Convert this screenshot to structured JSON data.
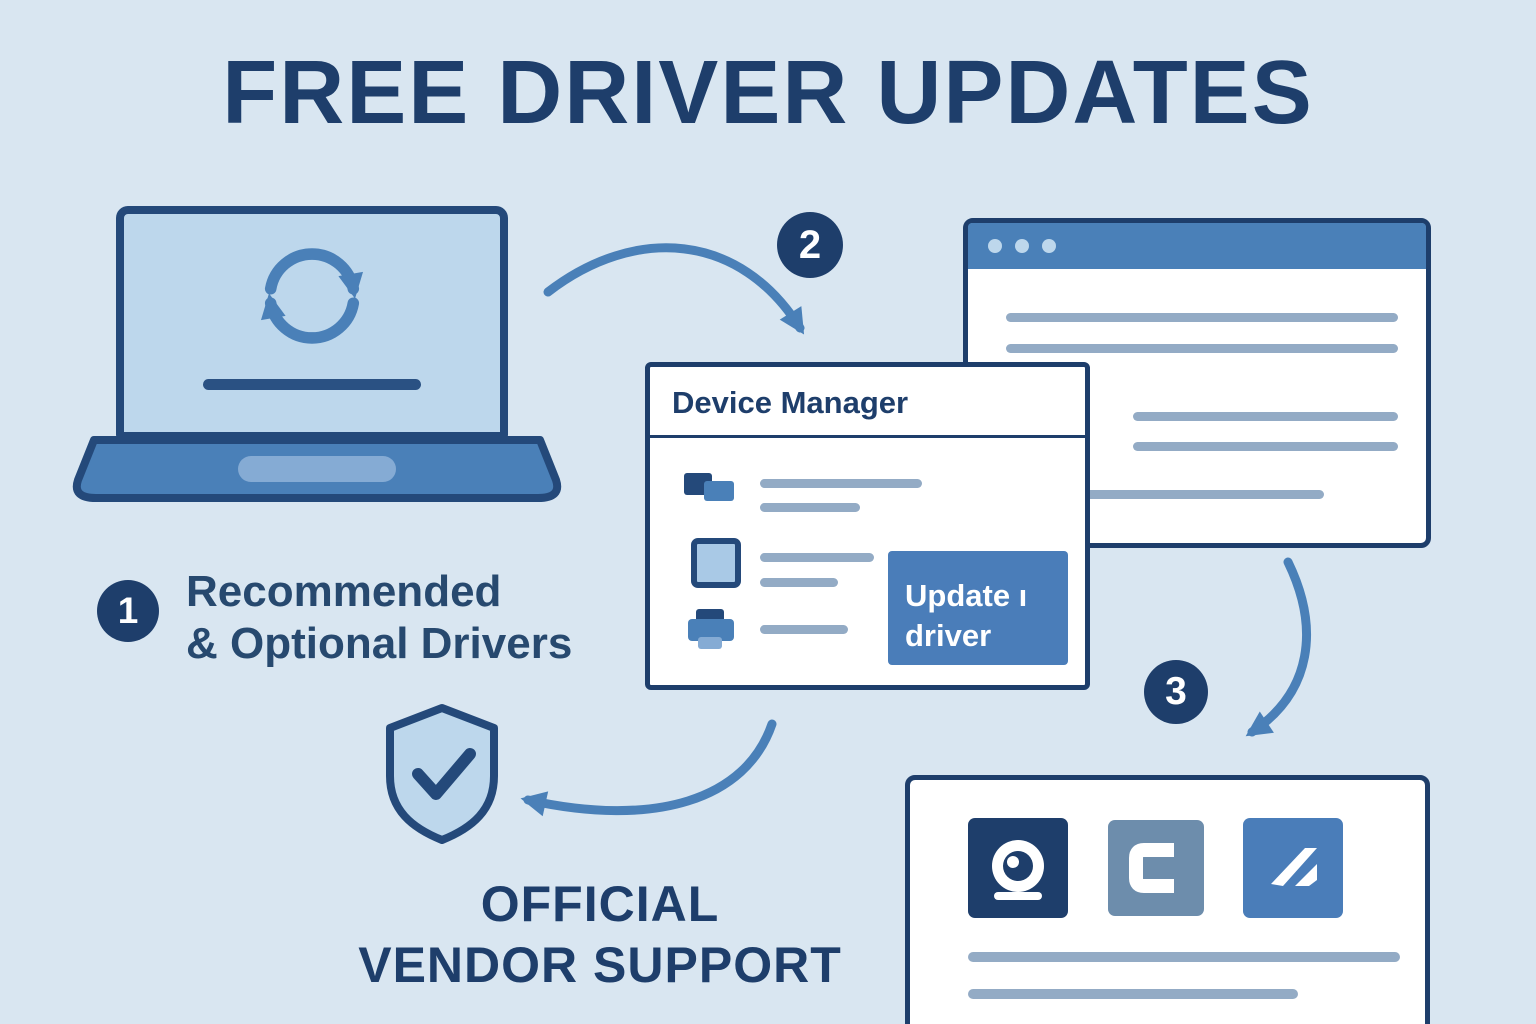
{
  "title": "FREE DRIVER UPDATES",
  "step1": {
    "badge": "1",
    "line1": "Recommended",
    "line2": "& Optional Drivers"
  },
  "step2": {
    "badge": "2"
  },
  "step3": {
    "badge": "3"
  },
  "device_manager": {
    "title": "Device Manager",
    "button": {
      "line1": "Update ı",
      "line2": "driver"
    }
  },
  "footer": {
    "line1": "OFFICIAL",
    "line2": "VENDOR SUPPORT"
  },
  "icons": {
    "laptop": "laptop-icon",
    "refresh": "refresh-sync-icon",
    "shield": "shield-check-icon",
    "browser_dots": "window-control-dots-icon",
    "dm_row1": "gpu-device-icon",
    "dm_row2": "display-device-icon",
    "dm_row3": "printer-device-icon",
    "vendor1": "eye-vendor-logo-icon",
    "vendor2": "c-vendor-logo-icon",
    "vendor3": "sail-vendor-logo-icon"
  },
  "colors": {
    "background": "#d9e6f1",
    "navy": "#1e3e6b",
    "blue": "#4a80b8",
    "light_blue": "#bdd7ec",
    "placeholder_line": "#93abc5",
    "window_bg": "#ffffff",
    "vendor_square_1": "#1e3e6b",
    "vendor_square_2": "#6d8dac",
    "vendor_square_3": "#4a7db9"
  }
}
